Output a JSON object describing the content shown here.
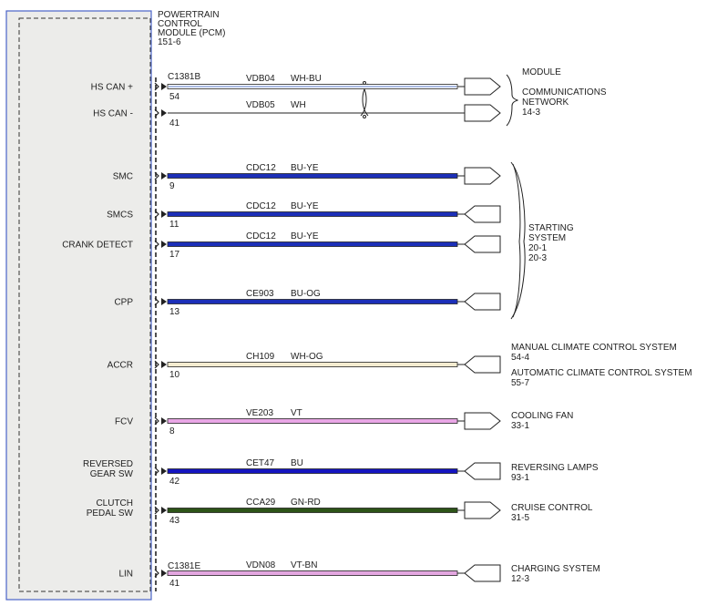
{
  "module": {
    "name_lines": [
      "POWERTRAIN",
      "CONTROL",
      "MODULE (PCM)",
      "151-6"
    ]
  },
  "connectors": [
    "C1381B",
    "C1381E"
  ],
  "rows": [
    {
      "label": [
        "HS CAN +"
      ],
      "pin": "54",
      "circuit": "VDB04",
      "color_code": "WH-BU",
      "wire_color": "#ffffff",
      "stripe_color": "#5a78c8",
      "arrow": "out"
    },
    {
      "label": [
        "HS CAN -"
      ],
      "pin": "41",
      "circuit": "VDB05",
      "color_code": "WH",
      "wire_color": "#ffffff",
      "stripe_color": "",
      "arrow": "out"
    },
    {
      "label": [
        "SMC"
      ],
      "pin": "9",
      "circuit": "CDC12",
      "color_code": "BU-YE",
      "wire_color": "#1c2fb8",
      "stripe_color": "#1c2fb8",
      "arrow": "out"
    },
    {
      "label": [
        "SMCS"
      ],
      "pin": "11",
      "circuit": "CDC12",
      "color_code": "BU-YE",
      "wire_color": "#1c2fb8",
      "stripe_color": "#1c2fb8",
      "arrow": "in"
    },
    {
      "label": [
        "CRANK DETECT"
      ],
      "pin": "17",
      "circuit": "CDC12",
      "color_code": "BU-YE",
      "wire_color": "#1c2fb8",
      "stripe_color": "#1c2fb8",
      "arrow": "in"
    },
    {
      "label": [
        "CPP"
      ],
      "pin": "13",
      "circuit": "CE903",
      "color_code": "BU-OG",
      "wire_color": "#1c2fb8",
      "stripe_color": "#1c2fb8",
      "arrow": "in"
    },
    {
      "label": [
        "ACCR"
      ],
      "pin": "10",
      "circuit": "CH109",
      "color_code": "WH-OG",
      "wire_color": "#f4ecd0",
      "stripe_color": "#f4ecd0",
      "arrow": "in"
    },
    {
      "label": [
        "FCV"
      ],
      "pin": "8",
      "circuit": "VE203",
      "color_code": "VT",
      "wire_color": "#e9a6e6",
      "stripe_color": "#e9a6e6",
      "arrow": "out"
    },
    {
      "label": [
        "REVERSED",
        "GEAR SW"
      ],
      "pin": "42",
      "circuit": "CET47",
      "color_code": "BU",
      "wire_color": "#1414c0",
      "stripe_color": "#1414c0",
      "arrow": "in"
    },
    {
      "label": [
        "CLUTCH",
        "PEDAL SW"
      ],
      "pin": "43",
      "circuit": "CCA29",
      "color_code": "GN-RD",
      "wire_color": "#2d5418",
      "stripe_color": "#2d5418",
      "arrow": "out"
    },
    {
      "label": [
        "LIN"
      ],
      "pin": "41",
      "circuit": "VDN08",
      "color_code": "VT-BN",
      "wire_color": "#e3a6e0",
      "stripe_color": "#e3a6e0",
      "arrow": "in"
    }
  ],
  "destinations": [
    {
      "lines": [
        "MODULE",
        "COMMUNICATIONS",
        "NETWORK",
        "14-3"
      ]
    },
    {
      "lines": [
        "STARTING",
        "SYSTEM",
        "20-1",
        "20-3"
      ]
    },
    {
      "lines": [
        "MANUAL CLIMATE CONTROL SYSTEM",
        "54-4"
      ]
    },
    {
      "lines": [
        "AUTOMATIC CLIMATE CONTROL SYSTEM",
        "55-7"
      ]
    },
    {
      "lines": [
        "COOLING FAN",
        "33-1"
      ]
    },
    {
      "lines": [
        "REVERSING LAMPS",
        "93-1"
      ]
    },
    {
      "lines": [
        "CRUISE CONTROL",
        "31-5"
      ]
    },
    {
      "lines": [
        "CHARGING SYSTEM",
        "12-3"
      ]
    }
  ],
  "colors": {
    "module_border": "#4a63c8",
    "module_fill": "#ececea",
    "line": "#222222"
  }
}
